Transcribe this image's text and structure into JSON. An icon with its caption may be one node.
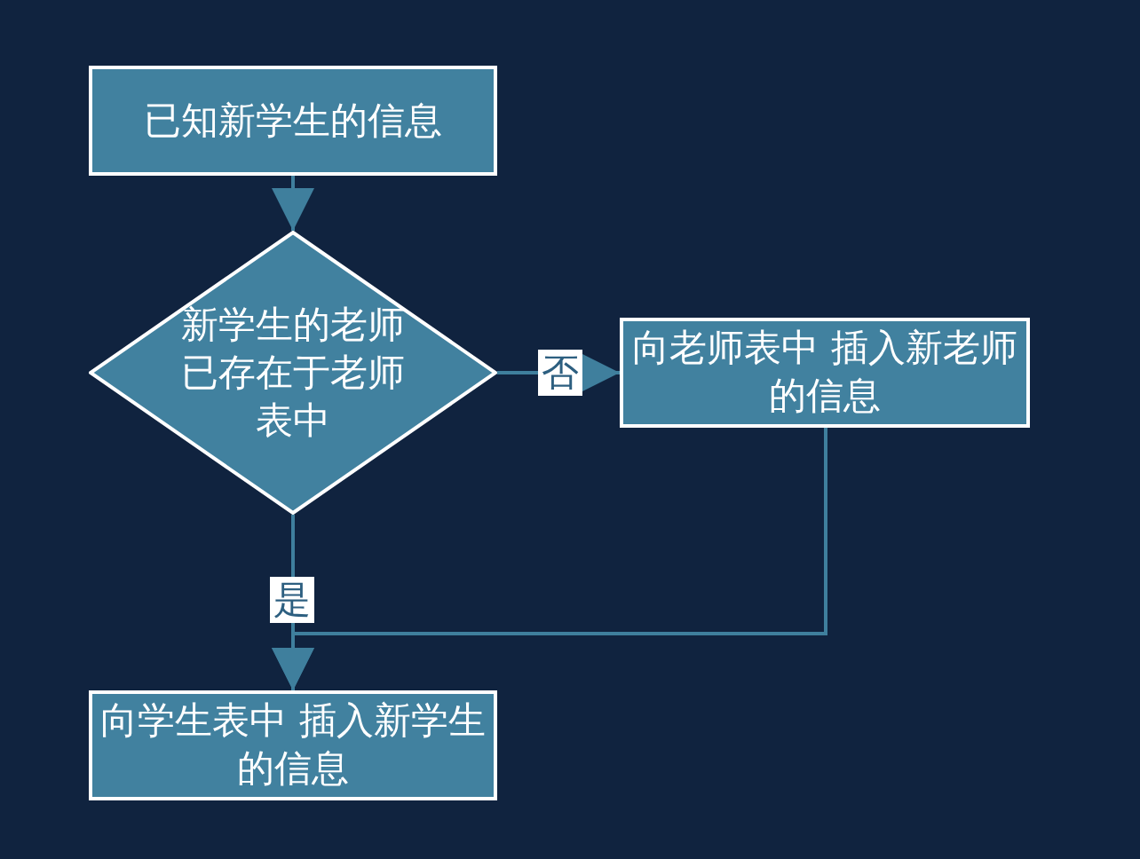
{
  "diagram": {
    "nodes": [
      {
        "text": [
          "已知新学生的信息"
        ]
      },
      {
        "text": [
          "新学生的老师已存在于老师表中"
        ]
      },
      {
        "text": [
          "向老师表中 插入新老师的信息"
        ]
      },
      {
        "text": [
          "向学生表中 插入新学生的信息"
        ]
      }
    ],
    "edges": [
      {
        "from": 0,
        "to": 1,
        "arrow": "to"
      },
      {
        "from": 1,
        "to": 2,
        "arrow": "to",
        "label": "否"
      },
      {
        "from": 1,
        "to": 3,
        "arrow": "to",
        "label": "是"
      },
      {
        "from": 2,
        "to": 3,
        "arrow": "to"
      }
    ]
  }
}
